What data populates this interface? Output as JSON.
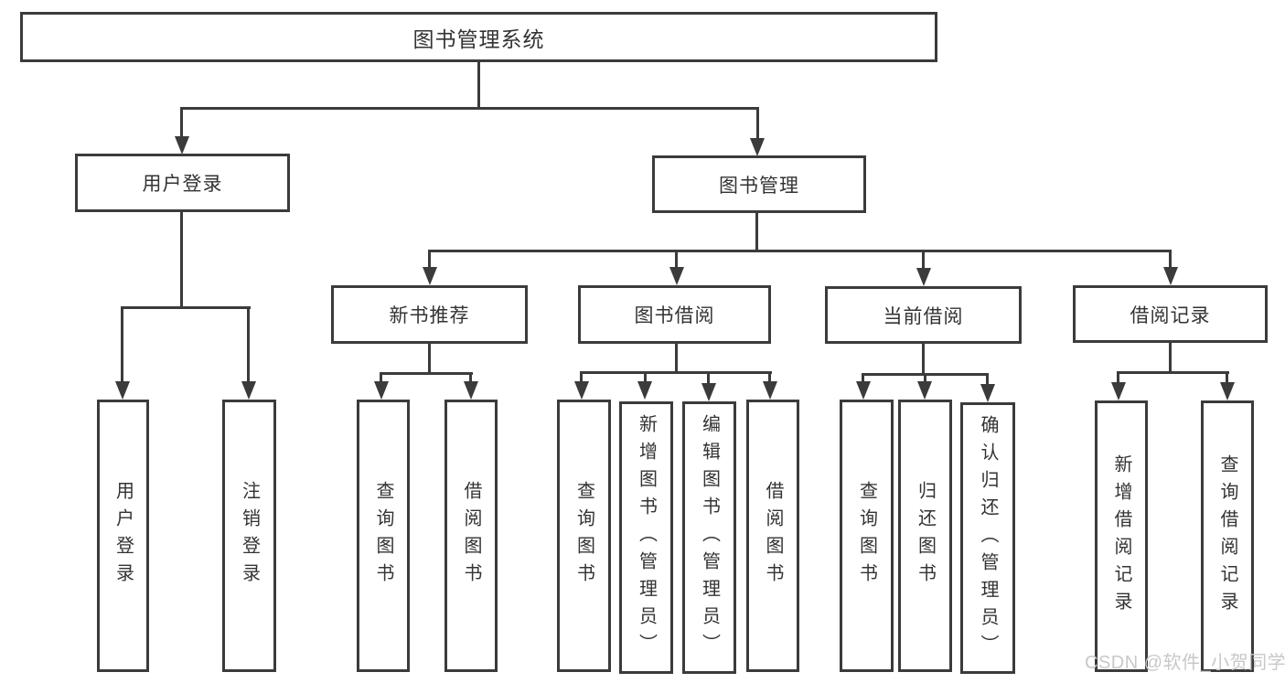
{
  "diagram": {
    "title": "图书管理系统",
    "root": {
      "label": "图书管理系统"
    },
    "level2": [
      {
        "label": "用户登录"
      },
      {
        "label": "图书管理"
      }
    ],
    "level3": [
      {
        "label": "新书推荐"
      },
      {
        "label": "图书借阅"
      },
      {
        "label": "当前借阅"
      },
      {
        "label": "借阅记录"
      }
    ],
    "leaves": {
      "user": [
        "用户登录",
        "注销登录"
      ],
      "recommend": [
        "查询图书",
        "借阅图书"
      ],
      "borrow": [
        "查询图书",
        "新增图书（管理员）",
        "编辑图书（管理员）",
        "借阅图书"
      ],
      "current": [
        "查询图书",
        "归还图书",
        "确认归还（管理员）"
      ],
      "records": [
        "新增借阅记录",
        "查询借阅记录"
      ]
    },
    "watermark": "CSDN @软件_小贺同学",
    "colors": {
      "line": "#3b3b3b",
      "text": "#333333",
      "watermark": "#c8c8c8",
      "background": "#ffffff"
    }
  }
}
